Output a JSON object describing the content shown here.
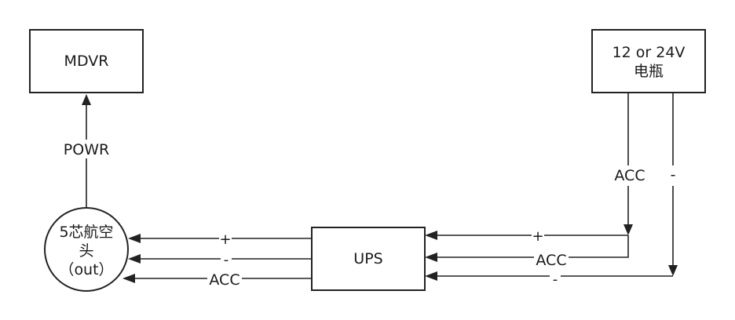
{
  "nodes": {
    "mdvr": "MDVR",
    "battery_line1": "12 or 24V",
    "battery_line2": "电瓶",
    "connector_line1": "5芯航空",
    "connector_line2": "头",
    "connector_line3": "（out）",
    "ups": "UPS"
  },
  "edges": {
    "power_to_mdvr": "POWR",
    "battery_acc": "ACC",
    "battery_minus": "-",
    "ups_in_plus": "+",
    "ups_in_acc": "ACC",
    "ups_in_minus": "-",
    "out_plus": "+",
    "out_minus": "-",
    "out_acc": "ACC"
  }
}
